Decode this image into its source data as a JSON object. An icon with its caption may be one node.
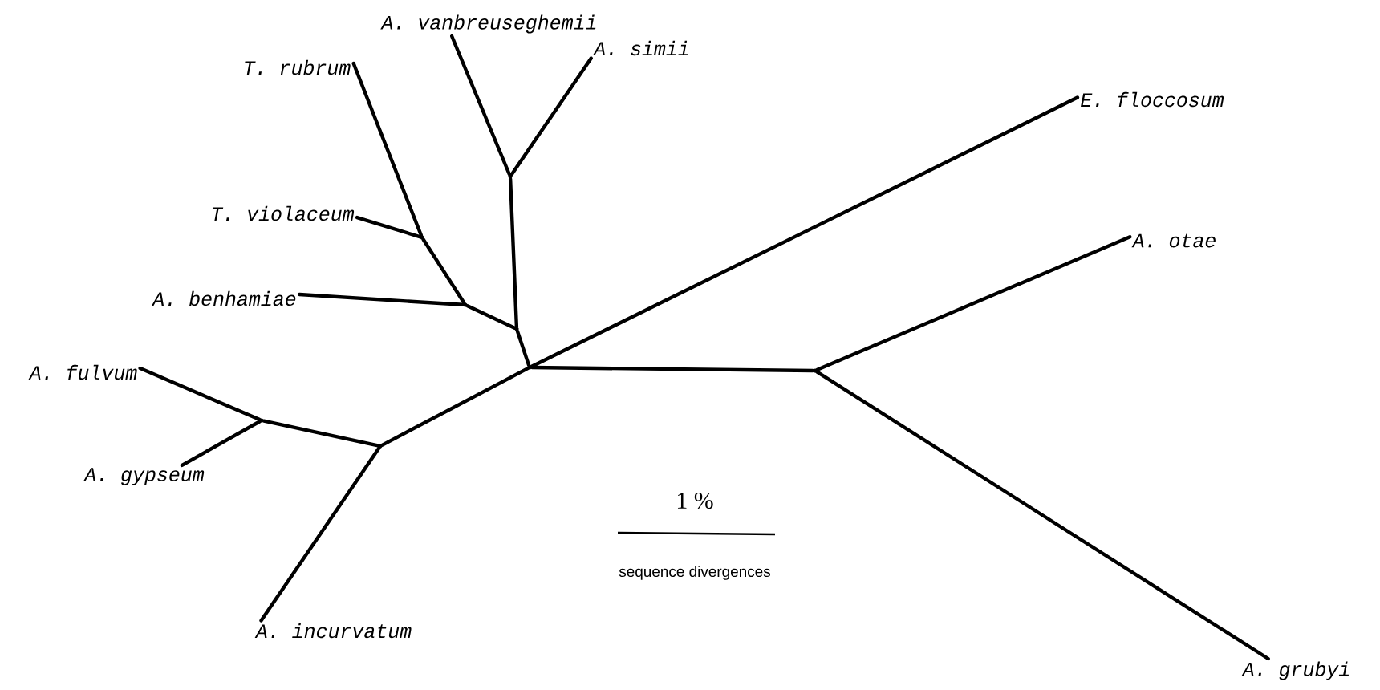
{
  "diagram": {
    "nodes": [
      {
        "text": [
          "T. rubrum"
        ]
      },
      {
        "text": [
          "A. vanbreuseghemii"
        ]
      },
      {
        "text": [
          "A. simii"
        ]
      },
      {
        "text": [
          "E. floccosum"
        ]
      },
      {
        "text": [
          "T. violaceum"
        ]
      },
      {
        "text": [
          "A. otae"
        ]
      },
      {
        "text": [
          "A. benhamiae"
        ]
      },
      {
        "text": [
          "A. fulvum"
        ]
      },
      {
        "text": [
          "A. gypseum"
        ]
      },
      {
        "text": [
          "A. incurvatum"
        ]
      },
      {
        "text": [
          "A. grubyi"
        ]
      },
      {
        "text": [],
        "shape": "point"
      },
      {
        "text": [],
        "shape": "point"
      },
      {
        "text": [],
        "shape": "point"
      },
      {
        "text": [],
        "shape": "point"
      },
      {
        "text": [],
        "shape": "point"
      },
      {
        "text": [],
        "shape": "point"
      },
      {
        "text": [],
        "shape": "point"
      },
      {
        "text": [],
        "shape": "point"
      }
    ],
    "edges": [
      {
        "from": 13,
        "to": 0,
        "arrow": "none"
      },
      {
        "from": 13,
        "to": 4,
        "arrow": "none"
      },
      {
        "from": 14,
        "to": 13,
        "arrow": "none"
      },
      {
        "from": 14,
        "to": 6,
        "arrow": "none"
      },
      {
        "from": 15,
        "to": 1,
        "arrow": "none"
      },
      {
        "from": 15,
        "to": 2,
        "arrow": "none"
      },
      {
        "from": 16,
        "to": 15,
        "arrow": "none"
      },
      {
        "from": 16,
        "to": 14,
        "arrow": "none"
      },
      {
        "from": 17,
        "to": 16,
        "arrow": "none"
      },
      {
        "from": 17,
        "to": 3,
        "arrow": "none"
      },
      {
        "from": 17,
        "to": 12,
        "arrow": "none"
      },
      {
        "from": 12,
        "to": 11,
        "arrow": "none"
      },
      {
        "from": 11,
        "to": 7,
        "arrow": "none"
      },
      {
        "from": 11,
        "to": 8,
        "arrow": "none"
      },
      {
        "from": 12,
        "to": 9,
        "arrow": "none"
      },
      {
        "from": 17,
        "to": 18,
        "arrow": "none"
      },
      {
        "from": 18,
        "to": 5,
        "arrow": "none"
      },
      {
        "from": 18,
        "to": 10,
        "arrow": "none"
      }
    ],
    "labels": [
      "1 %",
      "sequence divergences"
    ]
  }
}
